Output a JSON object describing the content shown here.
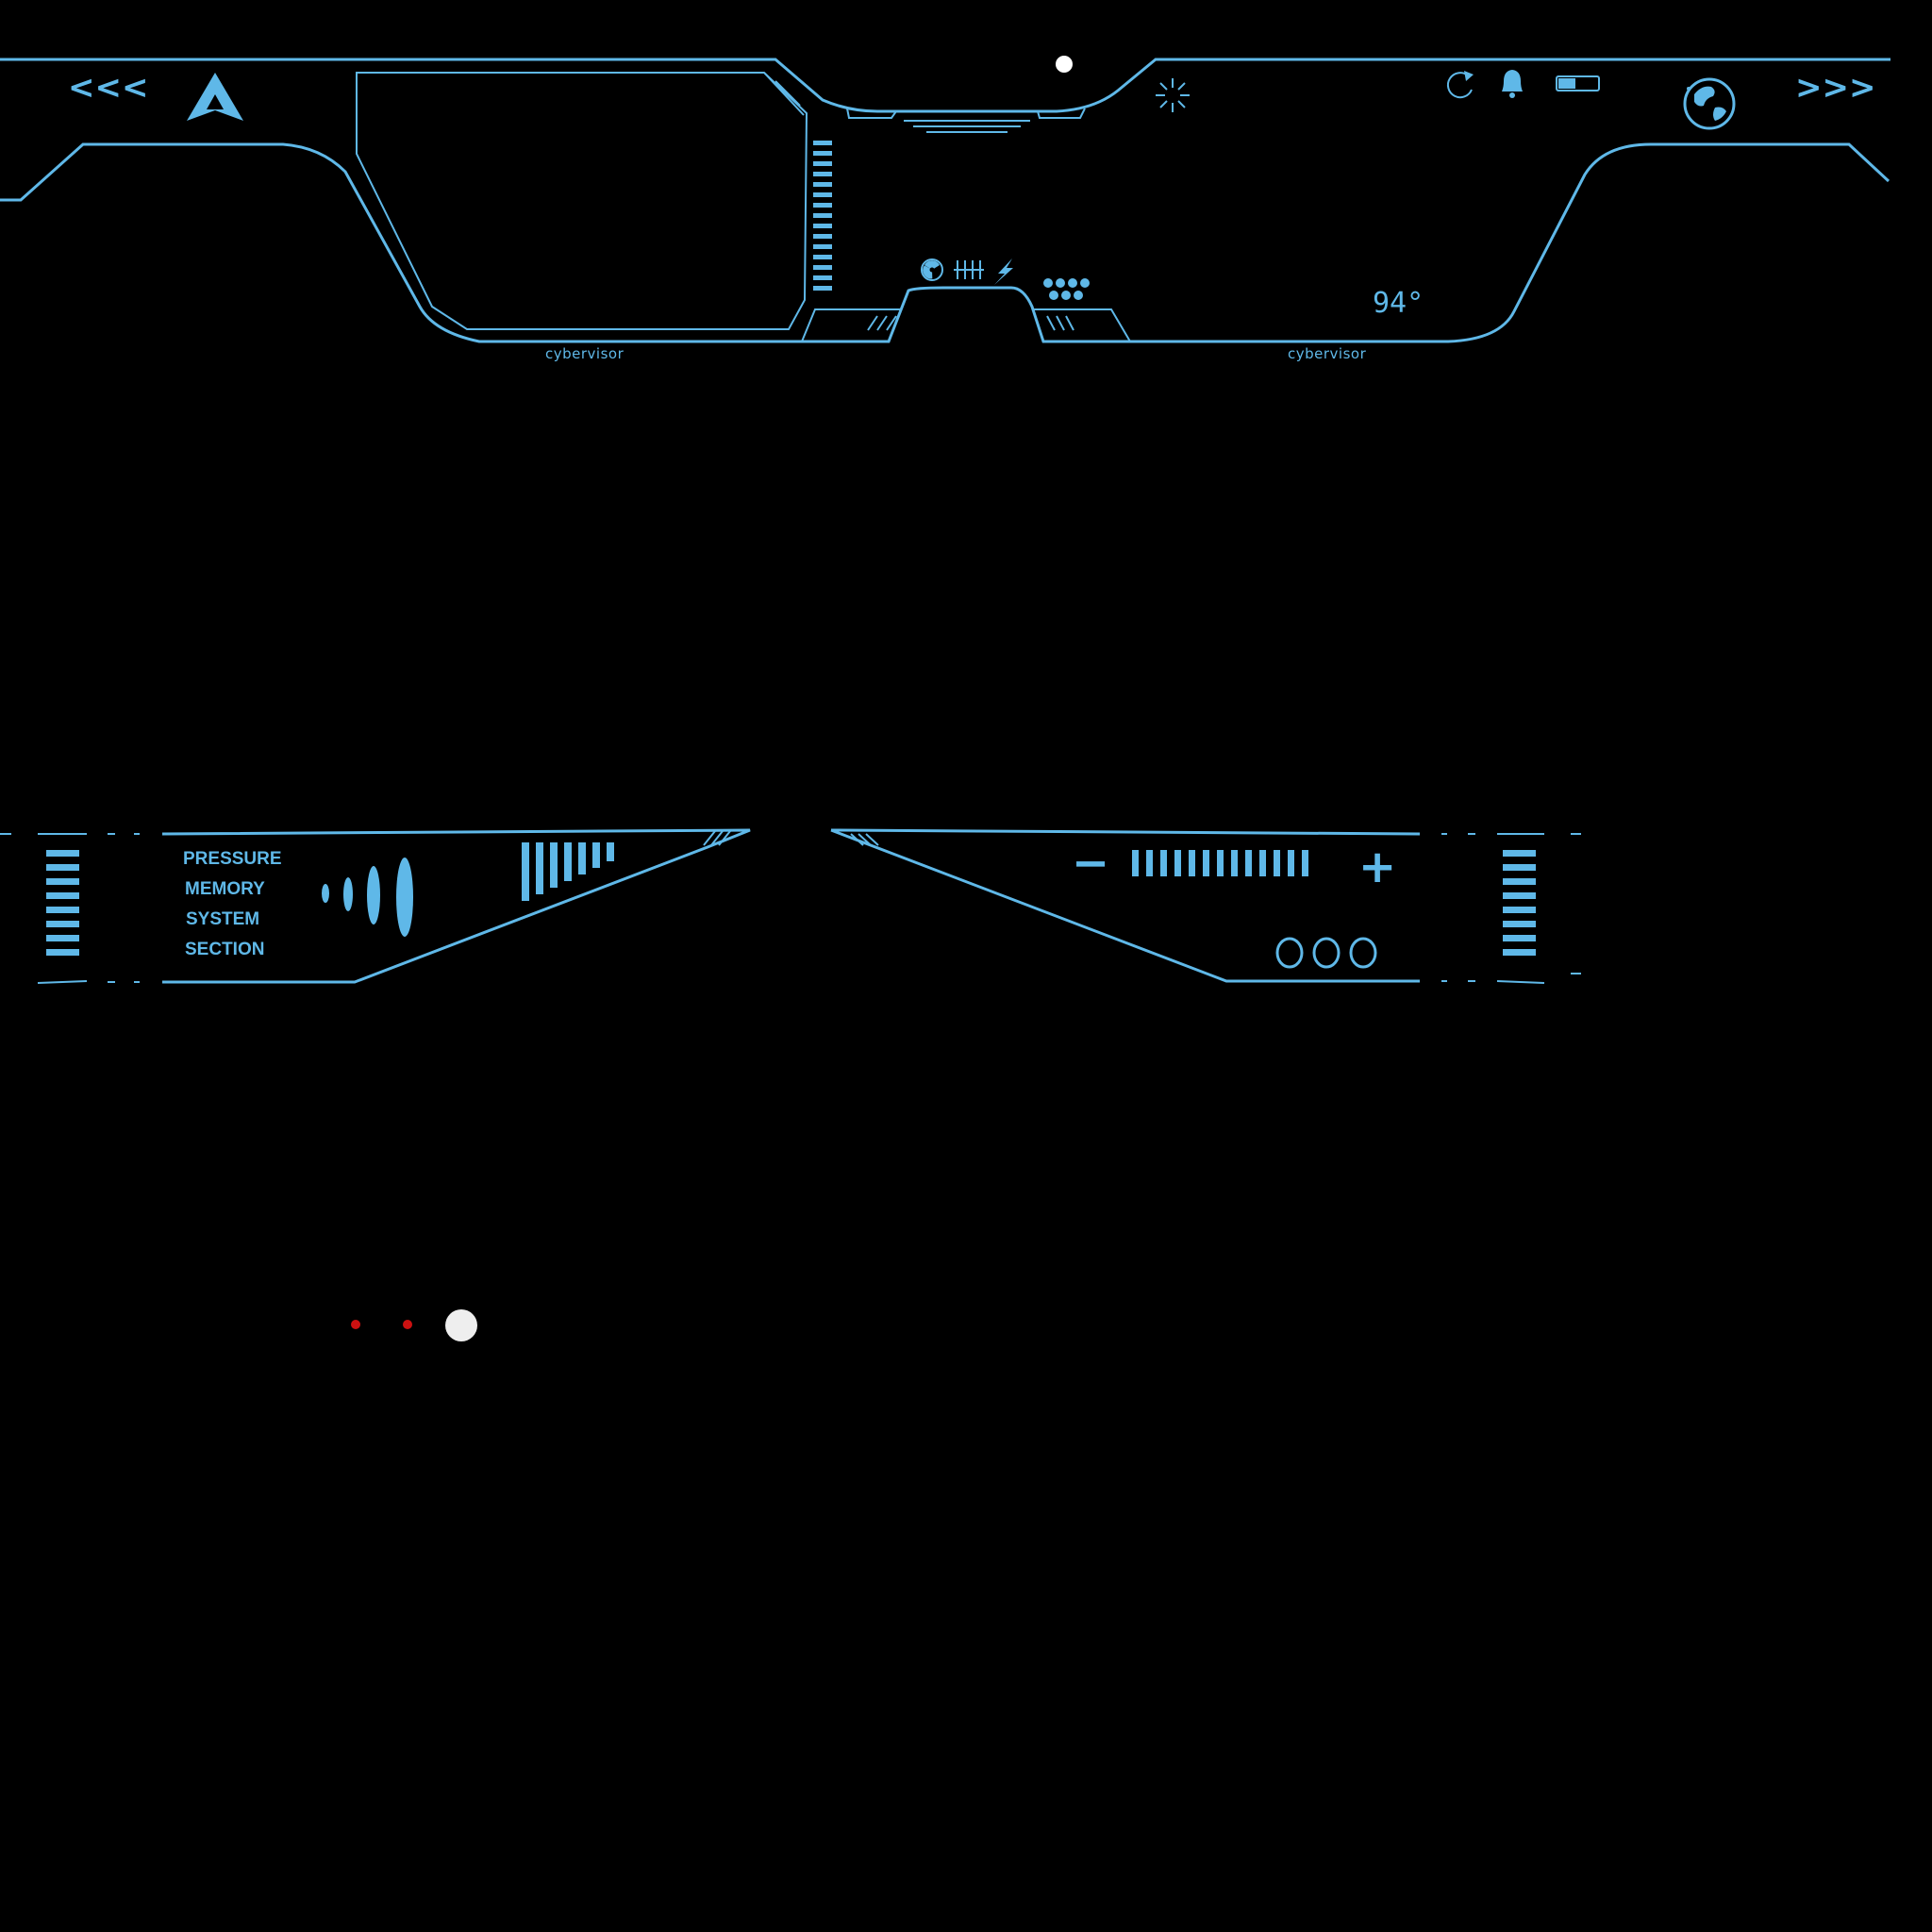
{
  "visor": {
    "nav_back": "<<<",
    "nav_forward": ">>>",
    "brand_left": "cybervisor",
    "brand_right": "cybervisor",
    "temperature": "94°",
    "battery_level": 0.45,
    "icons": {
      "logo": "triangle-logo-icon",
      "loading": "spinner-icon",
      "refresh": "refresh-icon",
      "notifications": "bell-icon",
      "battery": "battery-icon",
      "globe": "globe-icon",
      "radiation": "radiation-icon",
      "equalizer": "equalizer-icon",
      "power": "lightning-icon"
    }
  },
  "panel_left": {
    "labels": [
      "PRESSURE",
      "MEMORY",
      "SYSTEM",
      "SECTION"
    ]
  },
  "panel_right": {
    "minus_label": "−",
    "plus_label": "+",
    "level_ticks": 13
  },
  "pagination": {
    "dots": [
      "inactive",
      "inactive",
      "active"
    ]
  },
  "colors": {
    "accent": "#5fb8e8",
    "background": "#000000",
    "dot_inactive": "#cc1111",
    "dot_active": "#eeeeee",
    "indicator": "#ffffff"
  }
}
